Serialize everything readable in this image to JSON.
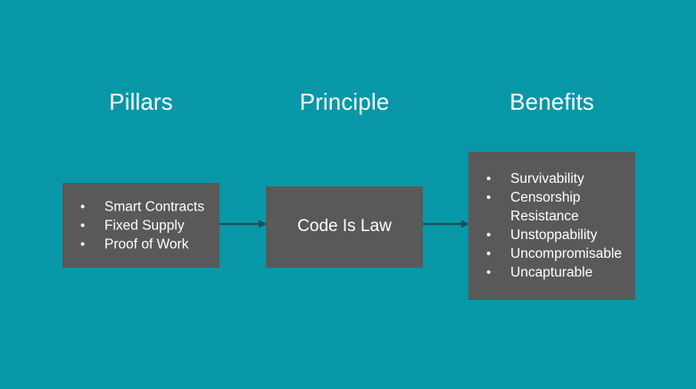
{
  "theme": {
    "background_color": "#0897a7",
    "box_color": "#595959",
    "text_color": "#ffffff",
    "arrow_color": "#1b4f55"
  },
  "headers": {
    "pillars": "Pillars",
    "principle": "Principle",
    "benefits": "Benefits"
  },
  "boxes": {
    "pillars": {
      "items": [
        "Smart Contracts",
        "Fixed Supply",
        "Proof of Work"
      ]
    },
    "principle": {
      "label": "Code Is Law"
    },
    "benefits": {
      "items": [
        "Survivability",
        "Censorship Resistance",
        "Unstoppability",
        "Uncompromisable",
        "Uncapturable"
      ]
    }
  },
  "connectors": [
    {
      "name": "pillars-to-principle",
      "from": "pillars",
      "to": "principle"
    },
    {
      "name": "principle-to-benefits",
      "from": "principle",
      "to": "benefits"
    }
  ],
  "icons": {
    "bullet": "bullet-dot-icon",
    "arrow": "arrow-right-icon"
  }
}
